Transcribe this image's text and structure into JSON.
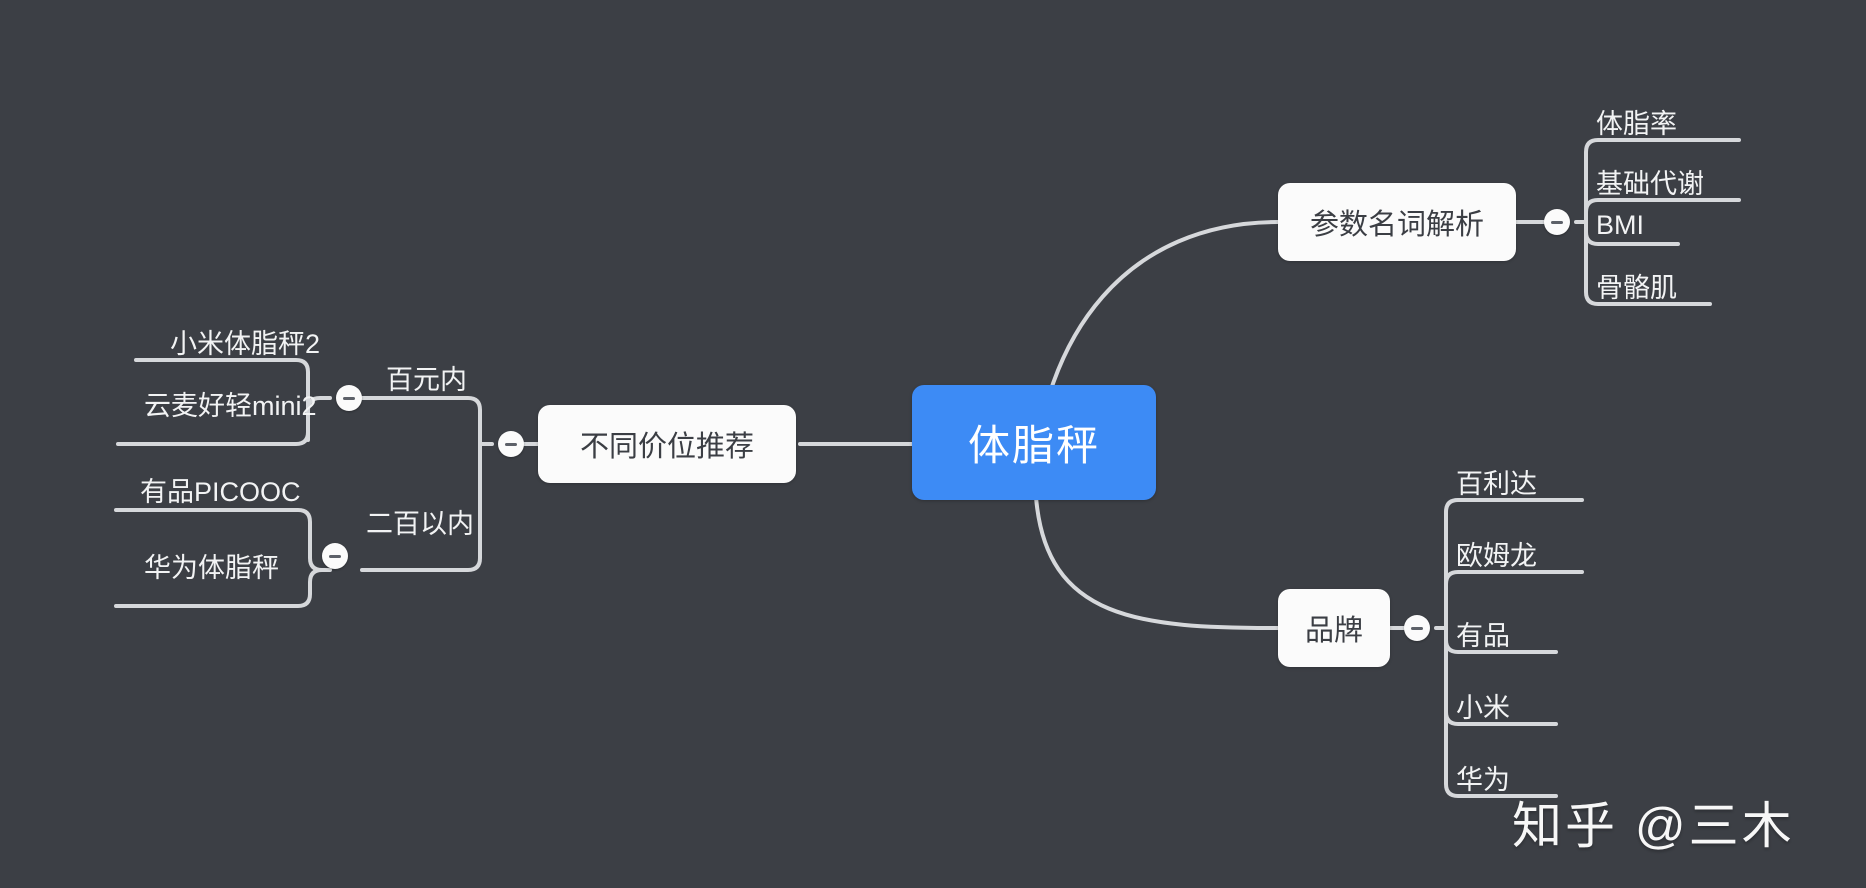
{
  "canvas": {
    "background_color": "#3c3f45",
    "line_color": "#d6d8db",
    "root_color": "#3d8bf5",
    "node_fill": "#fbfbfb",
    "node_text": "#3b3e44",
    "leaf_text": "#f2f3f4"
  },
  "root": {
    "label": "体脂秤"
  },
  "branches": {
    "params": {
      "label": "参数名词解析",
      "toggle": "collapse-toggle",
      "leaves": [
        {
          "label": "体脂率"
        },
        {
          "label": "基础代谢"
        },
        {
          "label": "BMI"
        },
        {
          "label": "骨骼肌"
        }
      ]
    },
    "brands": {
      "label": "品牌",
      "toggle": "collapse-toggle",
      "leaves": [
        {
          "label": "百利达"
        },
        {
          "label": "欧姆龙"
        },
        {
          "label": "有品"
        },
        {
          "label": "小米"
        },
        {
          "label": "华为"
        }
      ]
    },
    "price": {
      "label": "不同价位推荐",
      "toggle": "collapse-toggle",
      "groups": [
        {
          "label": "百元内",
          "toggle": "collapse-toggle",
          "leaves": [
            {
              "label": "小米体脂秤2"
            },
            {
              "label": "云麦好轻mini2"
            }
          ]
        },
        {
          "label": "二百以内",
          "toggle": "collapse-toggle",
          "leaves": [
            {
              "label": "有品PICOOC"
            },
            {
              "label": "华为体脂秤"
            }
          ]
        }
      ]
    }
  },
  "watermark": {
    "text": "知乎 @三木"
  }
}
